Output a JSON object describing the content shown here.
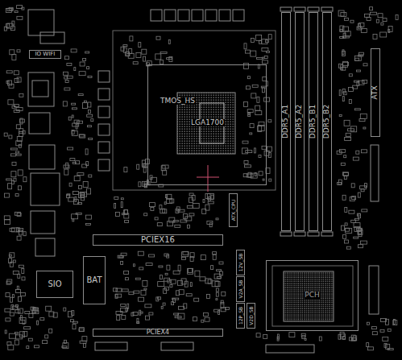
{
  "diagram": {
    "nodes": [
      {
        "text": [
          "IO WIFI"
        ]
      },
      {
        "text": [
          "TMOS_HS",
          "LGA1700"
        ]
      },
      {
        "text": [
          "DDR5_A1"
        ]
      },
      {
        "text": [
          "DDR5_A2"
        ]
      },
      {
        "text": [
          "DDR5_B1"
        ]
      },
      {
        "text": [
          "DDR5_B2"
        ]
      },
      {
        "text": [
          "ATX"
        ]
      },
      {
        "text": [
          "ATX_CPU"
        ]
      },
      {
        "text": [
          "PCIEX16"
        ]
      },
      {
        "text": [
          "12V_SB"
        ]
      },
      {
        "text": [
          "V2A_SB"
        ]
      },
      {
        "text": [
          "12P_SB"
        ]
      },
      {
        "text": [
          "V2D_SB"
        ]
      },
      {
        "text": [
          "SIO"
        ]
      },
      {
        "text": [
          "BAT"
        ]
      },
      {
        "text": [
          "PCH"
        ]
      },
      {
        "text": [
          "PCIEX4"
        ]
      }
    ]
  }
}
